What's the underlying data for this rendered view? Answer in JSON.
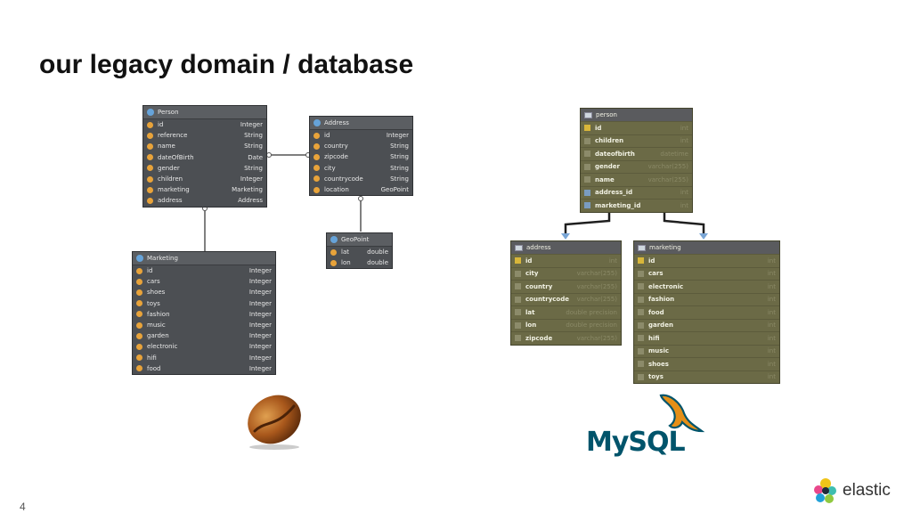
{
  "slide": {
    "title": "our legacy domain / database",
    "page_number": "4",
    "brand": "elastic"
  },
  "java_entities": {
    "person": {
      "name": "Person",
      "fields": [
        {
          "name": "id",
          "type": "Integer"
        },
        {
          "name": "reference",
          "type": "String"
        },
        {
          "name": "name",
          "type": "String"
        },
        {
          "name": "dateOfBirth",
          "type": "Date"
        },
        {
          "name": "gender",
          "type": "String"
        },
        {
          "name": "children",
          "type": "Integer"
        },
        {
          "name": "marketing",
          "type": "Marketing"
        },
        {
          "name": "address",
          "type": "Address"
        }
      ]
    },
    "address": {
      "name": "Address",
      "fields": [
        {
          "name": "id",
          "type": "Integer"
        },
        {
          "name": "country",
          "type": "String"
        },
        {
          "name": "zipcode",
          "type": "String"
        },
        {
          "name": "city",
          "type": "String"
        },
        {
          "name": "countrycode",
          "type": "String"
        },
        {
          "name": "location",
          "type": "GeoPoint"
        }
      ]
    },
    "geopoint": {
      "name": "GeoPoint",
      "fields": [
        {
          "name": "lat",
          "type": "double"
        },
        {
          "name": "lon",
          "type": "double"
        }
      ]
    },
    "marketing": {
      "name": "Marketing",
      "fields": [
        {
          "name": "id",
          "type": "Integer"
        },
        {
          "name": "cars",
          "type": "Integer"
        },
        {
          "name": "shoes",
          "type": "Integer"
        },
        {
          "name": "toys",
          "type": "Integer"
        },
        {
          "name": "fashion",
          "type": "Integer"
        },
        {
          "name": "music",
          "type": "Integer"
        },
        {
          "name": "garden",
          "type": "Integer"
        },
        {
          "name": "electronic",
          "type": "Integer"
        },
        {
          "name": "hifi",
          "type": "Integer"
        },
        {
          "name": "food",
          "type": "Integer"
        }
      ]
    }
  },
  "mysql_tables": {
    "person": {
      "name": "person",
      "columns": [
        {
          "name": "id",
          "type": "int",
          "kind": "key"
        },
        {
          "name": "children",
          "type": "int",
          "kind": "col"
        },
        {
          "name": "dateofbirth",
          "type": "datetime",
          "kind": "col"
        },
        {
          "name": "gender",
          "type": "varchar(255)",
          "kind": "col"
        },
        {
          "name": "name",
          "type": "varchar(255)",
          "kind": "col"
        },
        {
          "name": "address_id",
          "type": "int",
          "kind": "fk"
        },
        {
          "name": "marketing_id",
          "type": "int",
          "kind": "fk"
        }
      ]
    },
    "address": {
      "name": "address",
      "columns": [
        {
          "name": "id",
          "type": "int",
          "kind": "key"
        },
        {
          "name": "city",
          "type": "varchar(255)",
          "kind": "col"
        },
        {
          "name": "country",
          "type": "varchar(255)",
          "kind": "col"
        },
        {
          "name": "countrycode",
          "type": "varchar(255)",
          "kind": "col"
        },
        {
          "name": "lat",
          "type": "double precision",
          "kind": "col"
        },
        {
          "name": "lon",
          "type": "double precision",
          "kind": "col"
        },
        {
          "name": "zipcode",
          "type": "varchar(255)",
          "kind": "col"
        }
      ]
    },
    "marketing": {
      "name": "marketing",
      "columns": [
        {
          "name": "id",
          "type": "int",
          "kind": "key"
        },
        {
          "name": "cars",
          "type": "int",
          "kind": "col"
        },
        {
          "name": "electronic",
          "type": "int",
          "kind": "col"
        },
        {
          "name": "fashion",
          "type": "int",
          "kind": "col"
        },
        {
          "name": "food",
          "type": "int",
          "kind": "col"
        },
        {
          "name": "garden",
          "type": "int",
          "kind": "col"
        },
        {
          "name": "hifi",
          "type": "int",
          "kind": "col"
        },
        {
          "name": "music",
          "type": "int",
          "kind": "col"
        },
        {
          "name": "shoes",
          "type": "int",
          "kind": "col"
        },
        {
          "name": "toys",
          "type": "int",
          "kind": "col"
        }
      ]
    }
  },
  "logos": {
    "java": "coffee-bean-icon",
    "mysql": "MySQL"
  },
  "colors": {
    "java_table_bg": "#4c4f53",
    "mysql_table_bg": "#6b6a46",
    "connector": "#555555",
    "mysql_connector": "#1f1f1f",
    "fk_arrow": "#7aa6d6"
  }
}
